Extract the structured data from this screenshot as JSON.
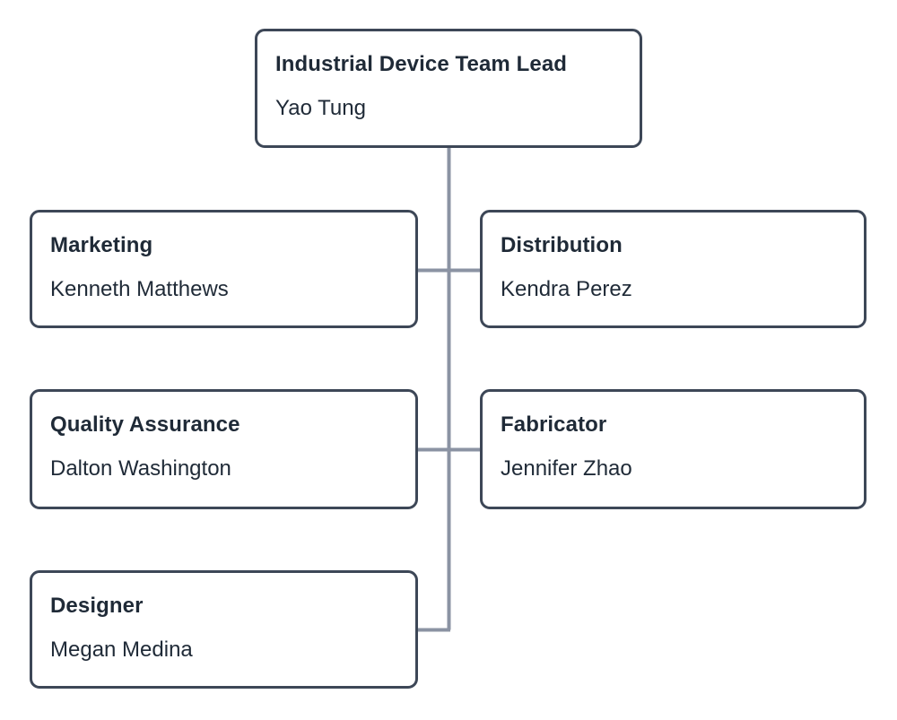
{
  "chart": {
    "type": "org-chart",
    "background_color": "#ffffff",
    "node_border_color": "#3d4757",
    "connector_color": "#8b93a3",
    "text_color": "#1f2a37",
    "root": {
      "id": "root",
      "title": "Industrial Device Team Lead",
      "person": "Yao Tung"
    },
    "reports": [
      {
        "id": "marketing",
        "title": "Marketing",
        "person": "Kenneth Matthews"
      },
      {
        "id": "distribution",
        "title": "Distribution",
        "person": "Kendra Perez"
      },
      {
        "id": "quality",
        "title": "Quality Assurance",
        "person": "Dalton Washington"
      },
      {
        "id": "fabricator",
        "title": "Fabricator",
        "person": "Jennifer Zhao"
      },
      {
        "id": "designer",
        "title": "Designer",
        "person": "Megan Medina"
      }
    ]
  }
}
